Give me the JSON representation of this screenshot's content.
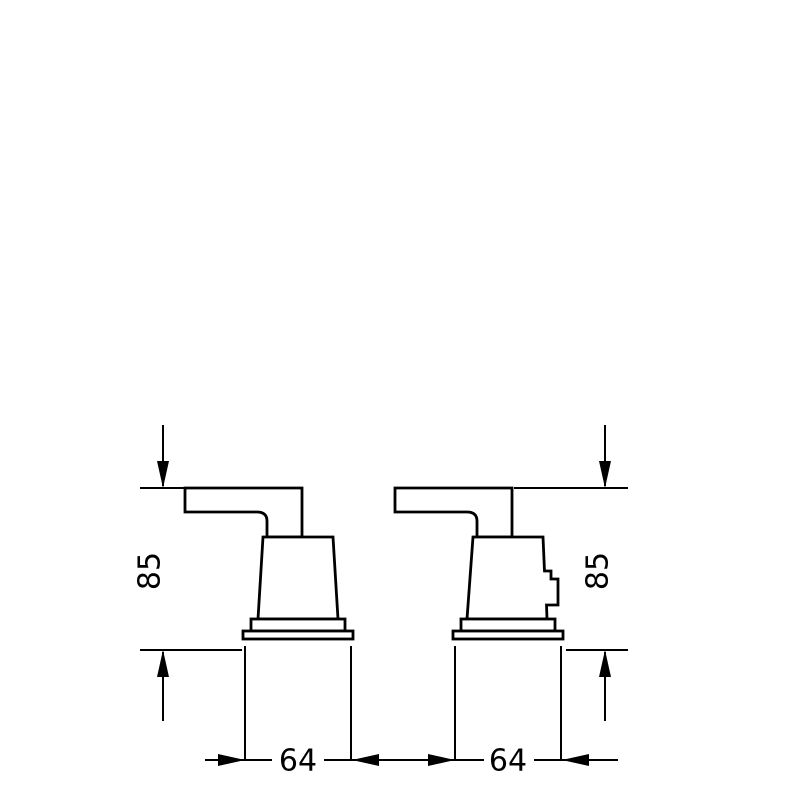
{
  "drawing": {
    "labels": {
      "left_height": "85",
      "right_height": "85",
      "left_width": "64",
      "right_width": "64"
    },
    "colors": {
      "line": "#000000",
      "background": "#ffffff"
    }
  }
}
